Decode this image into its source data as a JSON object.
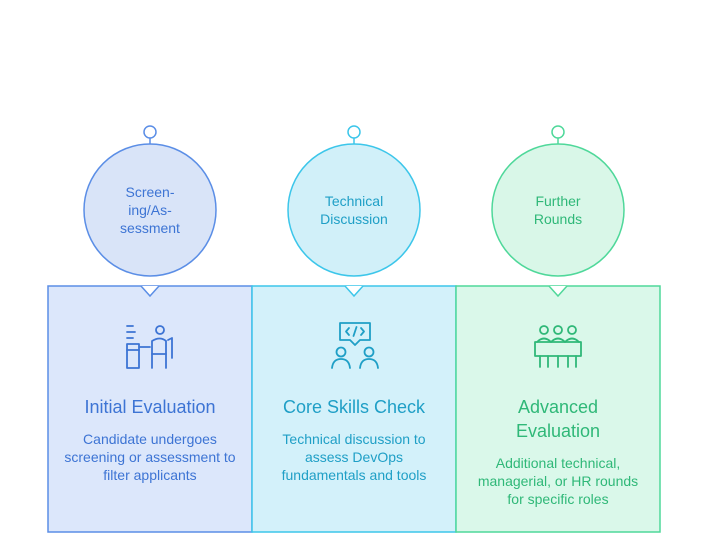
{
  "title": "",
  "stages": [
    {
      "circle_label": "Screen-\ning/As-\nsessment",
      "heading": "Initial Evaluation",
      "description": "Candidate undergoes screening or assessment to filter applicants",
      "icon": "person-at-desk-icon",
      "colors": {
        "stroke": "#5b8ee6",
        "fill": "#dce7fb",
        "text": "#3d74d4",
        "circle_fill": "#d9e4f8"
      }
    },
    {
      "circle_label": "Technical\nDiscussion",
      "heading": "Core Skills Check",
      "description": "Technical discussion to assess DevOps fundamentals and tools",
      "icon": "code-discussion-icon",
      "colors": {
        "stroke": "#3cc6ea",
        "fill": "#d3f1fa",
        "text": "#1f9fc6",
        "circle_fill": "#d1f0f9"
      }
    },
    {
      "circle_label": "Further\nRounds",
      "heading": "Advanced\nEvaluation",
      "description": "Additional technical, managerial, or HR rounds for specific roles",
      "icon": "meeting-table-icon",
      "colors": {
        "stroke": "#4fd89a",
        "fill": "#daf8ea",
        "text": "#2fb878",
        "circle_fill": "#d9f7e8"
      }
    }
  ]
}
